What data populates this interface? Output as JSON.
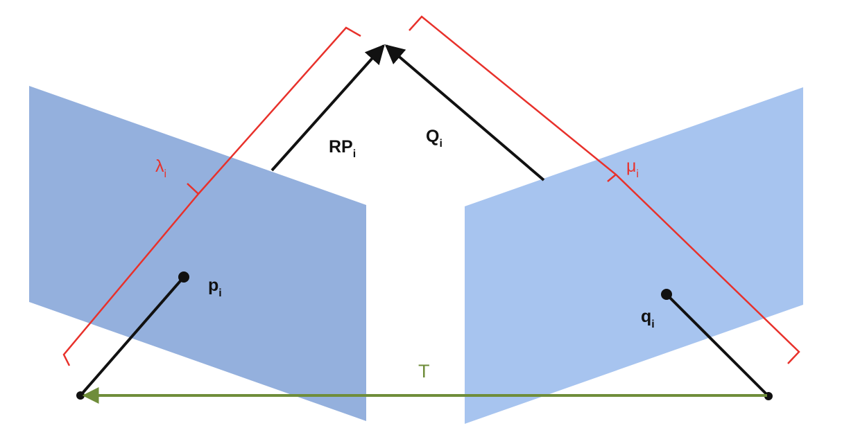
{
  "colors": {
    "left_plane": "#94b0dd",
    "right_plane": "#a7c4ef",
    "ray": "#111111",
    "bracket": "#e8312b",
    "baseline": "#6f8d3a"
  },
  "labels": {
    "rp": {
      "main": "RP",
      "sub": "i"
    },
    "q_upper": {
      "main": "Q",
      "sub": "i"
    },
    "lambda": {
      "main": "λ",
      "sub": "i"
    },
    "mu": {
      "main": "μ",
      "sub": "i"
    },
    "p": {
      "main": "p",
      "sub": "i"
    },
    "q_lower": {
      "main": "q",
      "sub": "i"
    },
    "baseline": "T"
  }
}
